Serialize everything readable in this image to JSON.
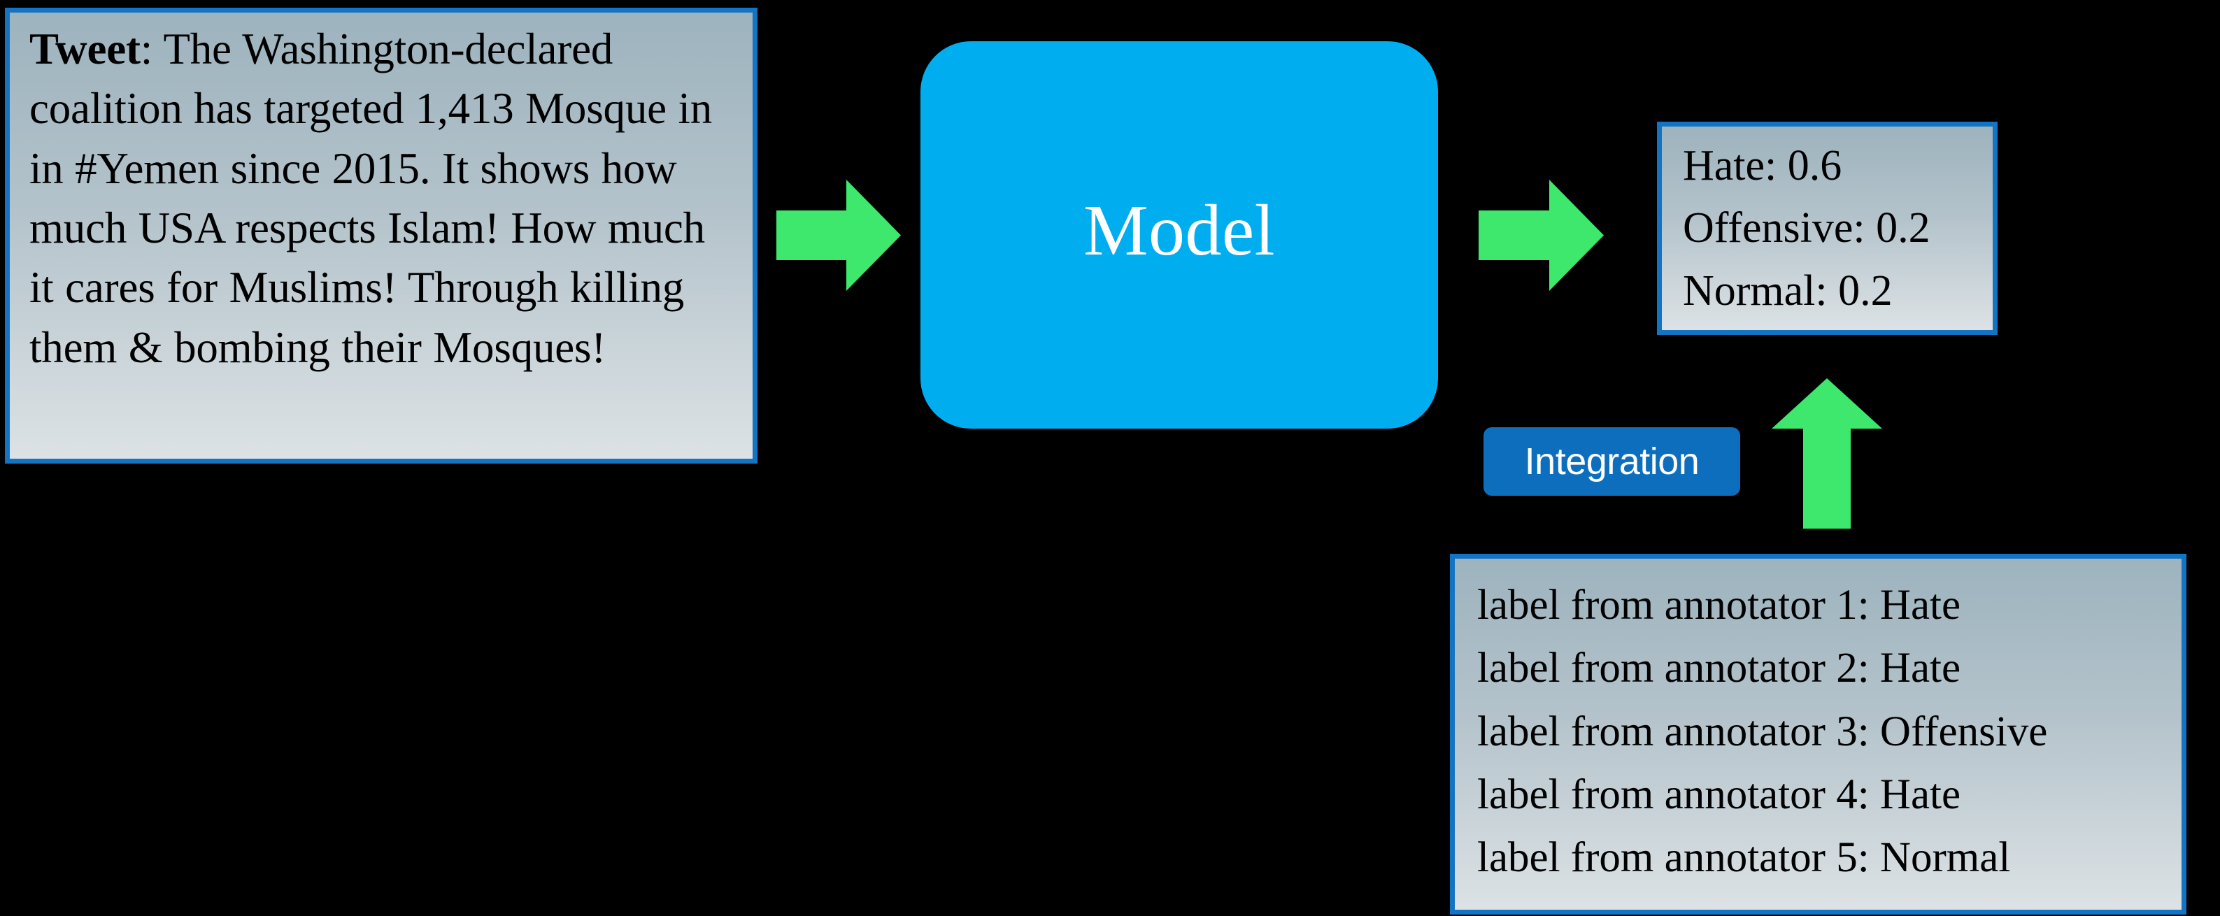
{
  "colors": {
    "background": "#000000",
    "box_border": "#1474C4",
    "box_fill_top": "#9DB3BE",
    "box_fill_bottom": "#DCE2E5",
    "model_fill": "#00AEEF",
    "model_text": "#FFFFFF",
    "arrow_green": "#3DE86C",
    "integration_fill": "#0C6EBD",
    "integration_text": "#FFFFFF",
    "body_text": "#000000"
  },
  "tweet": {
    "lead_label": "Tweet",
    "separator": ": ",
    "body": "The Washington-declared coalition has targeted 1,413 Mosque in in #Yemen since 2015. It shows how much USA respects Islam! How much it cares for Muslims! Through killing them & bombing their Mosques!"
  },
  "model": {
    "label": "Model"
  },
  "integration": {
    "label": "Integration"
  },
  "result": {
    "lines": [
      "Hate: 0.6",
      "Offensive: 0.2",
      "Normal: 0.2"
    ],
    "scores": [
      {
        "class": "Hate",
        "value": "0.6"
      },
      {
        "class": "Offensive",
        "value": "0.2"
      },
      {
        "class": "Normal",
        "value": "0.2"
      }
    ]
  },
  "annotators": {
    "lines": [
      "label from annotator 1: Hate",
      "label from annotator 2: Hate",
      "label from annotator 3: Offensive",
      "label from annotator 4: Hate",
      "label from annotator 5: Normal"
    ],
    "entries": [
      {
        "annotator": "1",
        "label": "Hate"
      },
      {
        "annotator": "2",
        "label": "Hate"
      },
      {
        "annotator": "3",
        "label": "Offensive"
      },
      {
        "annotator": "4",
        "label": "Hate"
      },
      {
        "annotator": "5",
        "label": "Normal"
      }
    ]
  },
  "arrows": [
    {
      "name": "tweet-to-model",
      "direction": "right"
    },
    {
      "name": "model-to-result",
      "direction": "right"
    },
    {
      "name": "annotators-to-result",
      "direction": "up"
    }
  ]
}
